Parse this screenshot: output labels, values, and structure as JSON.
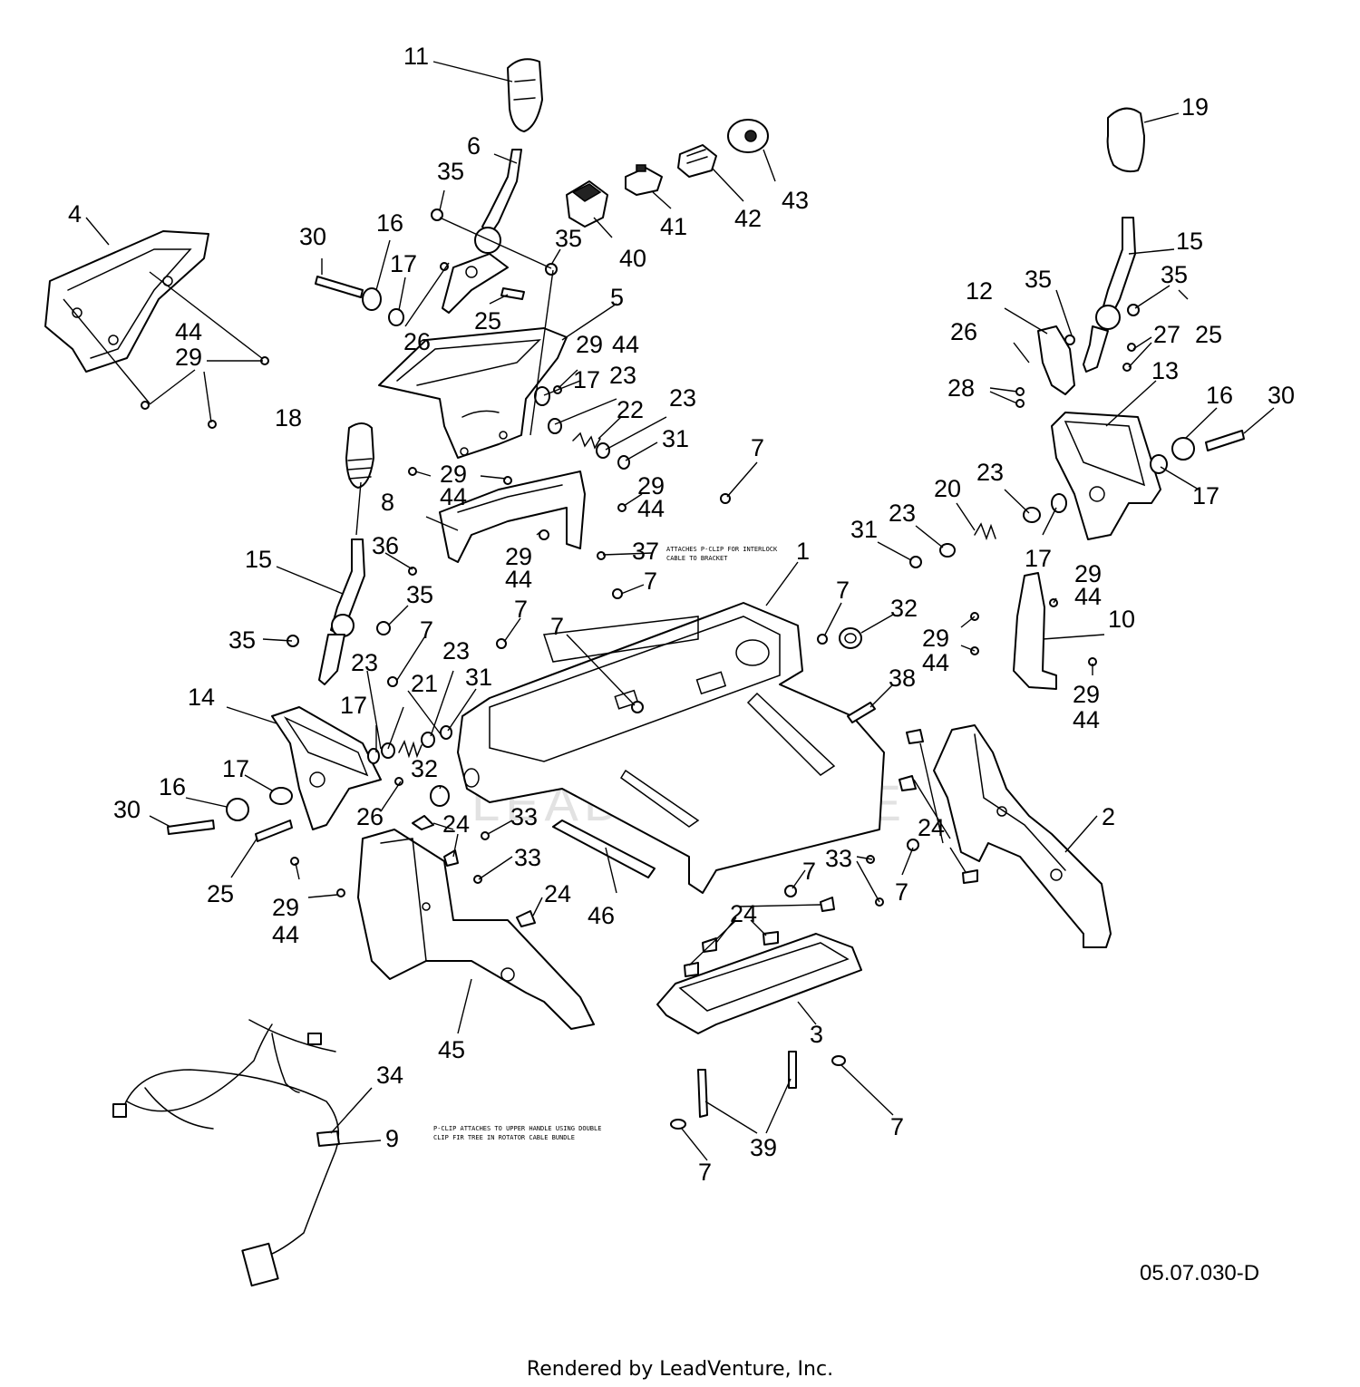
{
  "diagram": {
    "watermark": "LEADVENTURE",
    "reference_code": "05.07.030-D",
    "credit": "Rendered by LeadVenture, Inc.",
    "notes": [
      {
        "id": "note-37",
        "lines": [
          "ATTACHES P-CLIP FOR INTERLOCK",
          "CABLE TO BRACKET"
        ]
      },
      {
        "id": "note-9",
        "lines": [
          "P-CLIP ATTACHES TO UPPER HANDLE USING DOUBLE",
          "CLIP FIR TREE IN ROTATOR CABLE BUNDLE"
        ]
      }
    ],
    "callouts": [
      "1",
      "2",
      "3",
      "4",
      "5",
      "6",
      "7",
      "8",
      "9",
      "10",
      "11",
      "12",
      "13",
      "14",
      "15",
      "16",
      "17",
      "18",
      "19",
      "20",
      "21",
      "22",
      "23",
      "24",
      "25",
      "26",
      "27",
      "28",
      "29",
      "30",
      "31",
      "32",
      "33",
      "34",
      "35",
      "36",
      "37",
      "38",
      "39",
      "40",
      "41",
      "42",
      "43",
      "44",
      "45",
      "46"
    ]
  }
}
